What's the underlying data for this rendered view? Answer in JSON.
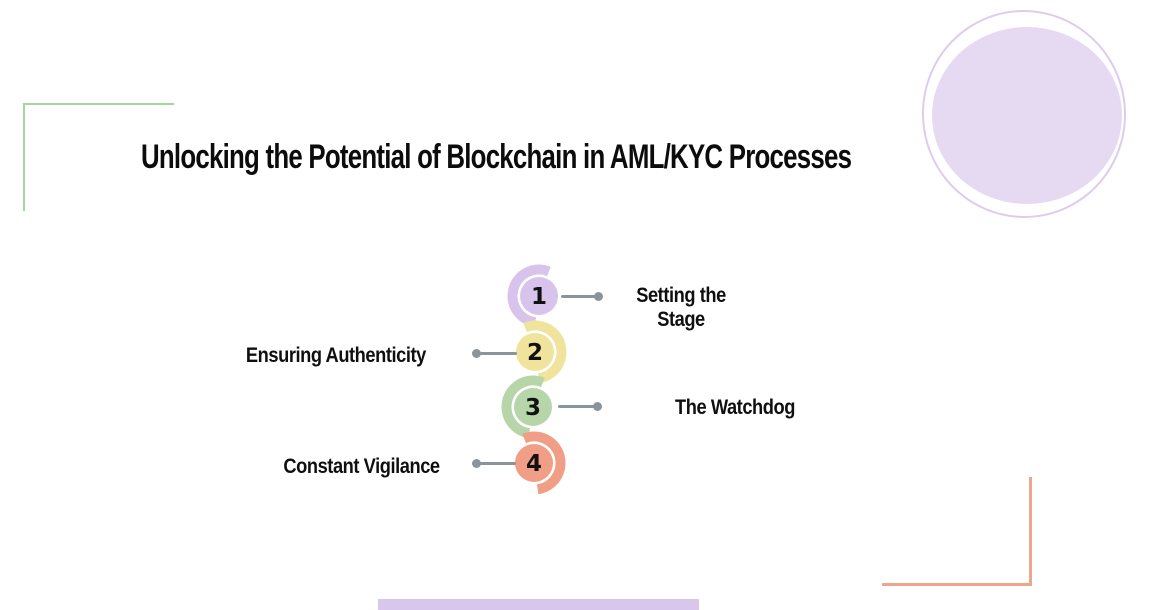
{
  "title": "Unlocking the Potential of Blockchain in AML/KYC Processes",
  "steps": [
    {
      "number": "1",
      "label": "Setting the Stage",
      "color": "#d7c3ec",
      "label_side": "right"
    },
    {
      "number": "2",
      "label": "Ensuring Authenticity",
      "color": "#f0e39b",
      "label_side": "left"
    },
    {
      "number": "3",
      "label": "The Watchdog",
      "color": "#b6d6aa",
      "label_side": "right"
    },
    {
      "number": "4",
      "label": "Constant Vigilance",
      "color": "#f19e86",
      "label_side": "left"
    }
  ],
  "colors": {
    "background": "#ffffff",
    "text": "#0d0d0d",
    "connector_gray": "#8b939b",
    "corner_bracket_green": "#a5d69e",
    "corner_bracket_salmon": "#eca68e",
    "blob_fill_purple": "#e6daf3",
    "blob_ring_purple": "#ddcbf0",
    "bottom_bar_purple": "#d9c6ec"
  }
}
